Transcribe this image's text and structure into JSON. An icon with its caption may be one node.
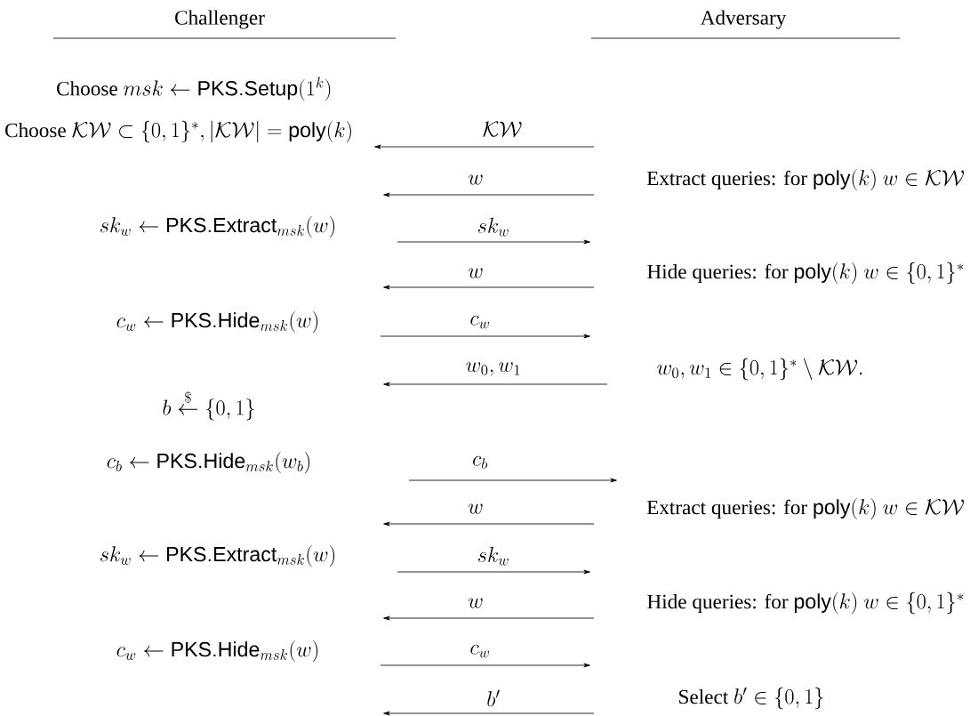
{
  "diagram": {
    "labels": [
      "Challenger",
      "Adversary",
      "Choose",
      "msk \\leftarrow \\mathsf{PKS.Setup}(1^k)",
      "Choose",
      "\\mathcal{KW} \\subset \\{0,1\\}^*, |\\mathcal{KW}| = \\mathsf{poly}(k)",
      "\\mathcal{KW}",
      "w",
      "Extract queries: for",
      "\\mathsf{poly}(k)\\ w \\in \\mathcal{KW}",
      "sk_w \\leftarrow \\mathsf{PKS.Extract}_{msk}(w)",
      "sk_w",
      "w",
      "Hide queries: for",
      "\\mathsf{poly}(k)\\ w \\in \\{0,1\\}^*",
      "c_w \\leftarrow \\mathsf{PKS.Hide}_{msk}(w)",
      "c_w",
      "w_0, w_1",
      "w_0, w_1 \\in \\{0,1\\}^* \\setminus \\mathcal{KW}.",
      "b \\stackrel{\\$}{\\leftarrow} \\{0,1\\}",
      "c_b \\leftarrow \\mathsf{PKS.Hide}_{msk}(w_b)",
      "c_b",
      "w",
      "Extract queries: for",
      "\\mathsf{poly}(k)\\ w \\in \\mathcal{KW}",
      "sk_w \\leftarrow \\mathsf{PKS.Extract}_{msk}(w)",
      "sk_w",
      "w",
      "Hide queries: for",
      "\\mathsf{poly}(k)\\ w \\in \\{0,1\\}^*",
      "c_w \\leftarrow \\mathsf{PKS.Hide}_{msk}(w)",
      "c_w",
      "b'",
      "Select",
      "b' \\in \\{0,1\\}"
    ]
  }
}
